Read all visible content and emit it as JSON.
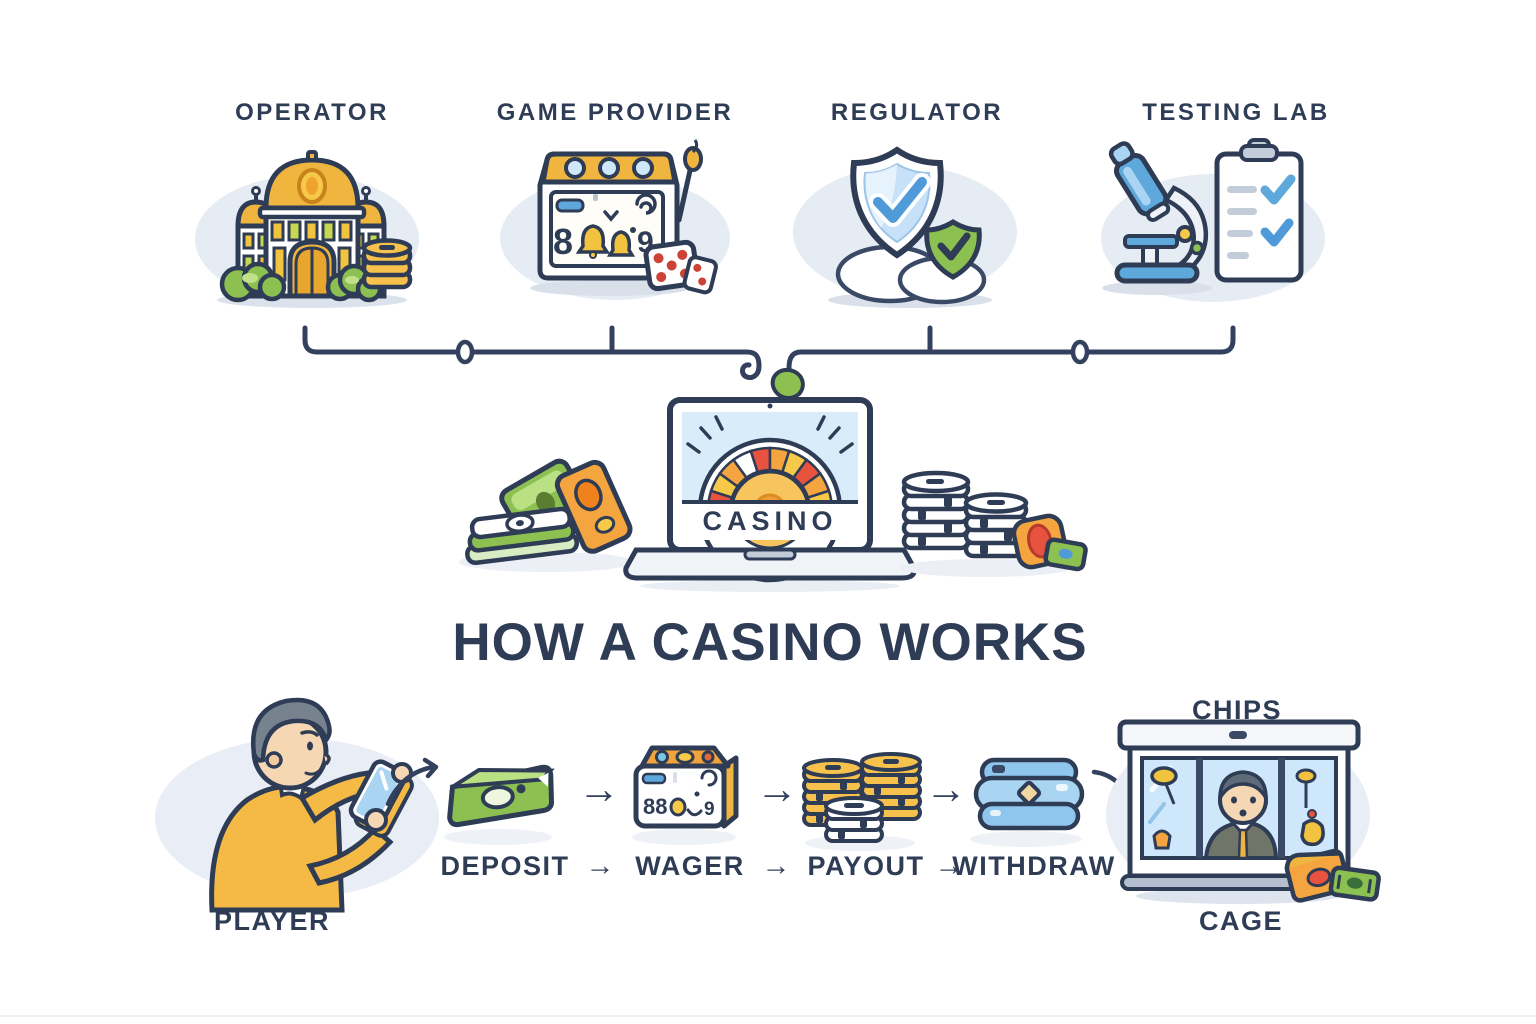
{
  "title": "HOW A CASINO WORKS",
  "colors": {
    "ink": "#2e3c56",
    "yellow": "#f0b53e",
    "orange": "#f5a53f",
    "green": "#8cc152",
    "blue": "#5fa8dc",
    "light_blue": "#cfe7fa",
    "red": "#e8533f",
    "cloud": "#e7edf5"
  },
  "top_row": {
    "entities": [
      {
        "label": "OPERATOR",
        "icon": "casino-building-icon"
      },
      {
        "label": "GAME PROVIDER",
        "icon": "slot-machine-icon"
      },
      {
        "label": "REGULATOR",
        "icon": "shield-check-icon"
      },
      {
        "label": "TESTING LAB",
        "icon": "microscope-clipboard-icon"
      }
    ]
  },
  "casino": {
    "label": "CASINO",
    "icon": "laptop-roulette-icon"
  },
  "flow": {
    "player": {
      "label": "PLAYER",
      "icon": "player-phone-icon"
    },
    "arrow": "→",
    "steps": [
      {
        "label": "DEPOSIT",
        "icon": "cash-bundle-icon"
      },
      {
        "label": "WAGER",
        "icon": "mini-slot-icon"
      },
      {
        "label": "PAYOUT",
        "icon": "chip-stacks-icon"
      },
      {
        "label": "WITHDRAW",
        "icon": "wallet-icon"
      }
    ],
    "cage": {
      "label": "CAGE",
      "chips_label": "CHIPS",
      "icon": "cashier-cage-icon"
    }
  }
}
